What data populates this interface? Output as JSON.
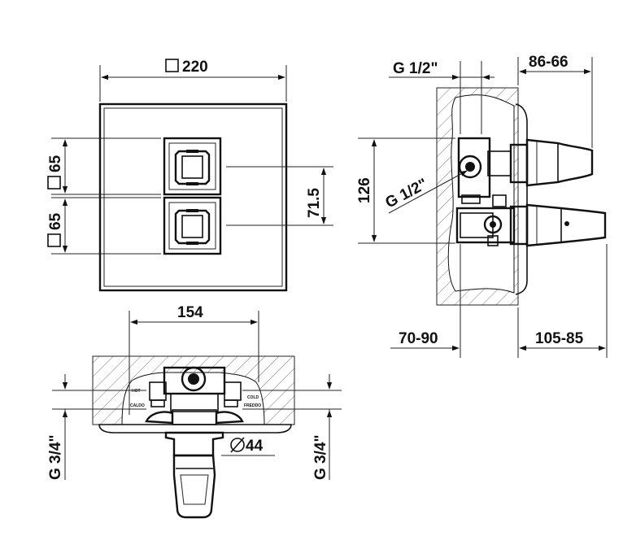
{
  "front_view": {
    "width_label": "220",
    "upper_square_label": "65",
    "lower_square_label": "65",
    "spacing_label": "71.5"
  },
  "side_view": {
    "thread_top_label": "G 1/2\"",
    "thread_diag_label": "G 1/2\"",
    "depth_top_label": "86-66",
    "height_label": "126",
    "wall_depth_label": "70-90",
    "projection_label": "105-85"
  },
  "top_view": {
    "width_label": "154",
    "diameter_label": "44",
    "left_thread_label": "G 3/4\"",
    "right_thread_label": "G 3/4\"",
    "hot_label": "HOT",
    "caldo_label": "CALDO",
    "cold_label": "COLD",
    "freddo_label": "FREDDO"
  }
}
